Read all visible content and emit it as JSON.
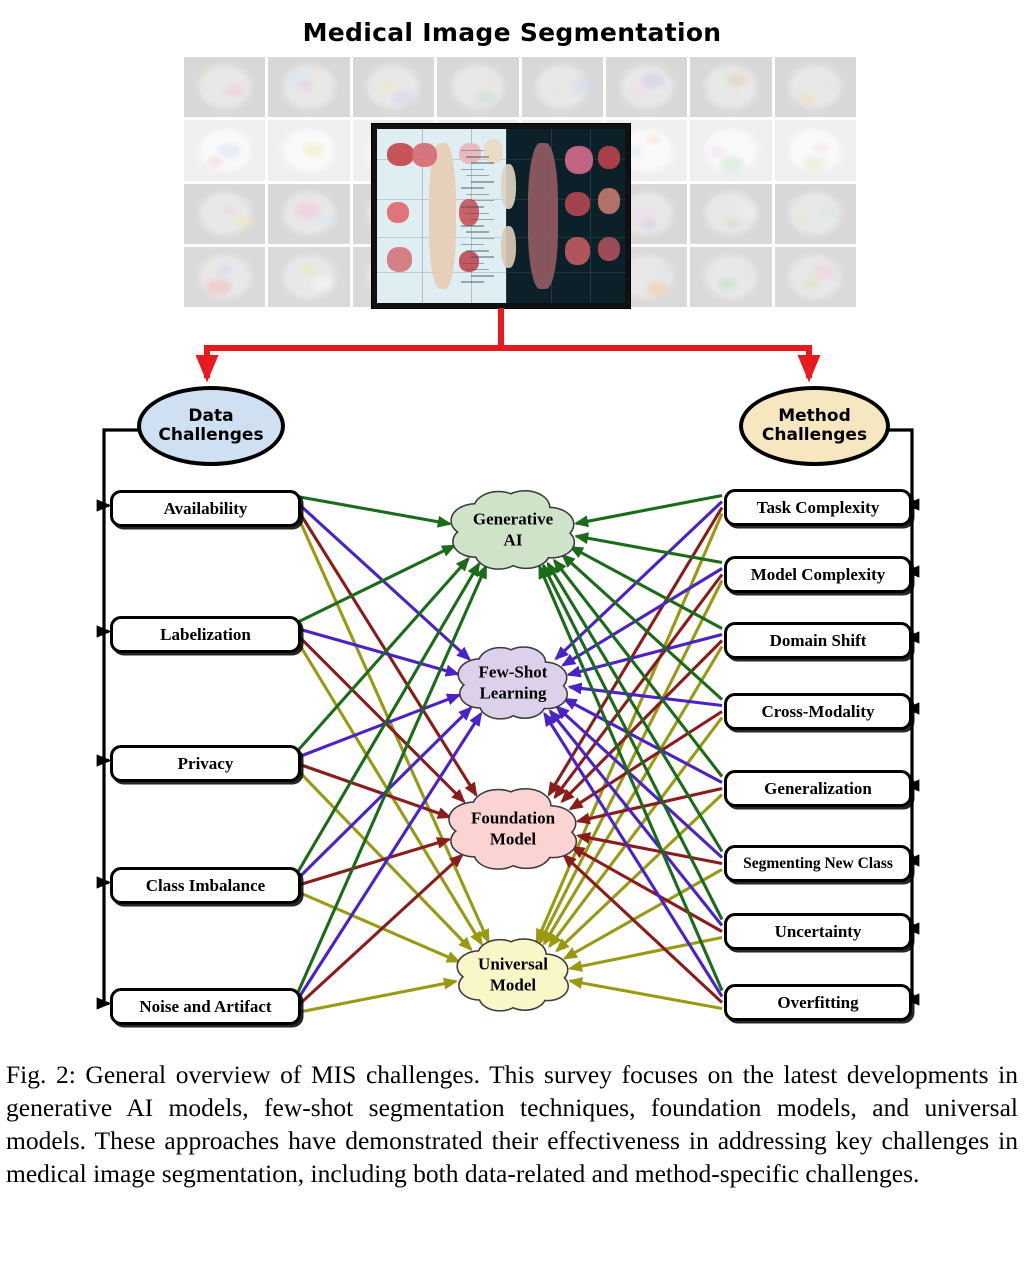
{
  "figure": {
    "title": "Medical Image Segmentation",
    "caption": "Fig. 2: General overview of MIS challenges. This survey focuses on the latest developments in generative AI models, few-shot segmentation techniques, foundation models, and universal models. These approaches have demonstrated their effectiveness in addressing key challenges in medical image segmentation, including both data-related and method-specific challenges."
  },
  "hub_nodes": [
    {
      "id": "data",
      "line1": "Data",
      "line2": "Challenges",
      "fill": "#cfe0f2"
    },
    {
      "id": "method",
      "line1": "Method",
      "line2": "Challenges",
      "fill": "#f7e7c0"
    }
  ],
  "data_challenges": [
    {
      "label": "Availability"
    },
    {
      "label": "Labelization"
    },
    {
      "label": "Privacy"
    },
    {
      "label": "Class Imbalance"
    },
    {
      "label": "Noise and Artifact"
    }
  ],
  "method_challenges": [
    {
      "label": "Task Complexity"
    },
    {
      "label": "Model Complexity"
    },
    {
      "label": "Domain Shift"
    },
    {
      "label": "Cross-Modality"
    },
    {
      "label": "Generalization"
    },
    {
      "label": "Segmenting New Class"
    },
    {
      "label": "Uncertainty"
    },
    {
      "label": "Overfitting"
    }
  ],
  "solutions": [
    {
      "id": "genai",
      "line1": "Generative",
      "line2": "AI",
      "fill": "#cfe3c8",
      "edge_color": "#1a6b1a"
    },
    {
      "id": "fewshot",
      "line1": "Few-Shot",
      "line2": "Learning",
      "fill": "#ddd0ea",
      "edge_color": "#4a22c8"
    },
    {
      "id": "foundation",
      "line1": "Foundation",
      "line2": "Model",
      "fill": "#fad3d2",
      "edge_color": "#8b1c1c"
    },
    {
      "id": "universal",
      "line1": "Universal",
      "line2": "Model",
      "fill": "#f9f6c8",
      "edge_color": "#9a9a12"
    }
  ],
  "colors": {
    "root_connector": "#e8191f",
    "spine": "#000000",
    "generative_ai": "#1a6b1a",
    "few_shot": "#4a22c8",
    "foundation": "#8b1c1c",
    "universal": "#9a9a12"
  }
}
